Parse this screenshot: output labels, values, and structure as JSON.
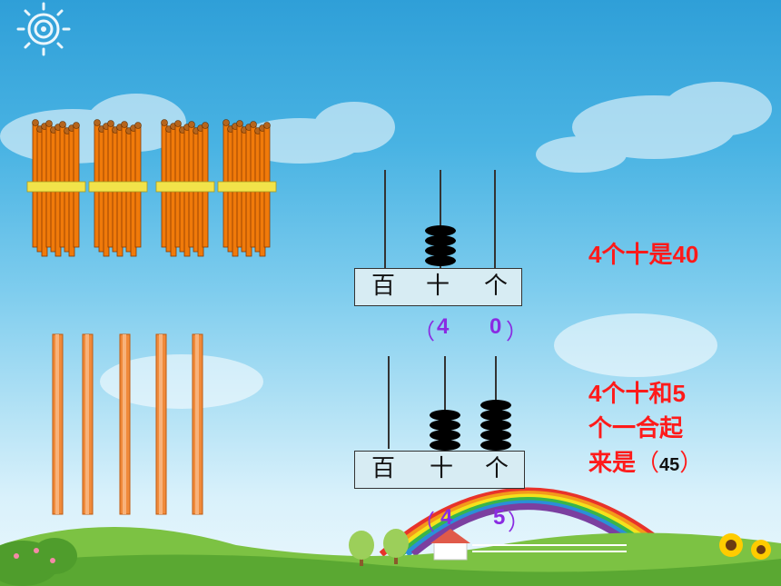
{
  "abacus_top": {
    "places": [
      "百",
      "十",
      "个"
    ],
    "beads": {
      "hundreds": 0,
      "tens": 4,
      "ones": 0
    },
    "answer": {
      "open": "（",
      "tens": "4",
      "ones": "0",
      "close": "）"
    }
  },
  "abacus_bottom": {
    "places": [
      "百",
      "十",
      "个"
    ],
    "beads": {
      "hundreds": 0,
      "tens": 4,
      "ones": 5
    },
    "answer": {
      "open": "（",
      "tens": "4",
      "ones": "5",
      "close": "）"
    }
  },
  "text_1": "4个十是40",
  "text_2": {
    "line1": "4个十和5",
    "line2": "个一合起",
    "line3_prefix": "来是",
    "paren_open": "（",
    "answer": "45",
    "paren_close": "）"
  },
  "counters": {
    "stick_bundles": 4,
    "single_sticks": 5
  },
  "colors": {
    "red_text": "#ff1a1a",
    "purple_text": "#8a2be2",
    "stick": "#f07a0a",
    "band": "#f2e34a",
    "bead": "#000000"
  }
}
